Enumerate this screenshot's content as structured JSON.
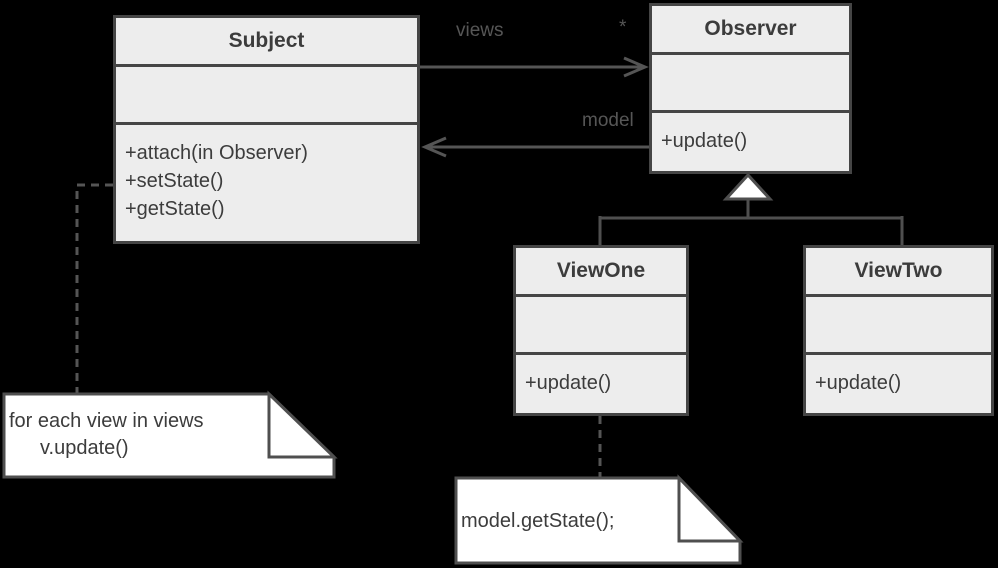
{
  "colors": {
    "background": "#000000",
    "box_fill": "#ededed",
    "box_border": "#454545",
    "note_fill": "#ffffff",
    "connector": "#555555",
    "text": "#3c3c3c",
    "edge_label": "#565656"
  },
  "classes": [
    {
      "name": "Subject",
      "methods": [
        "+attach(in Observer)",
        "+setState()",
        "+getState()"
      ]
    },
    {
      "name": "Observer",
      "methods": [
        "+update()"
      ]
    },
    {
      "name": "ViewOne",
      "methods": [
        "+update()"
      ]
    },
    {
      "name": "ViewTwo",
      "methods": [
        "+update()"
      ]
    }
  ],
  "edge_labels": {
    "views": "views",
    "views_multiplicity": "*",
    "model": "model"
  },
  "notes": [
    {
      "lines": [
        "for each view in views",
        "v.update()"
      ]
    },
    {
      "lines": [
        "model.getState();"
      ]
    }
  ]
}
